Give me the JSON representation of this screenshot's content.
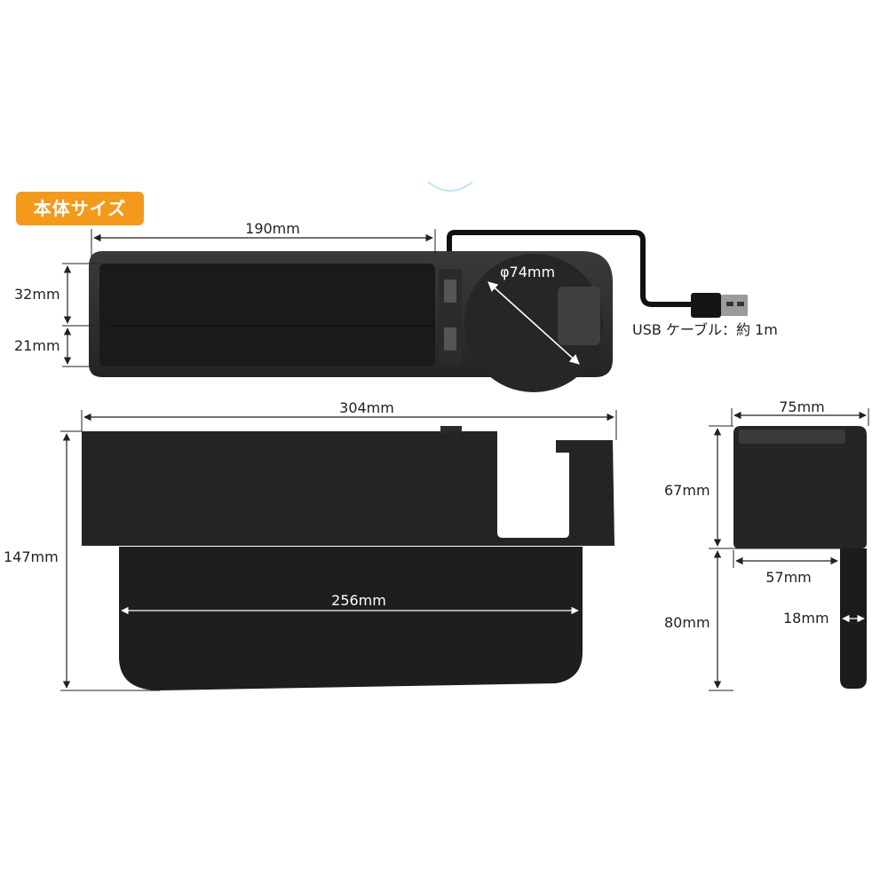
{
  "badge": "本体サイズ",
  "dims": {
    "top_width": "190mm",
    "cup_diameter": "φ74mm",
    "height_upper": "32mm",
    "height_lower": "21mm",
    "usb_cable": "USB ケーブル：約 1m",
    "total_width": "304mm",
    "total_height": "147mm",
    "insert_width": "256mm",
    "side_width": "75mm",
    "side_upper_height": "67mm",
    "side_inner_width": "57mm",
    "side_lower_height": "80mm",
    "blade_thickness": "18mm"
  },
  "colors": {
    "badge": "#f39a1c",
    "product": "#1f1f1f",
    "product_light": "#3a3a3a",
    "dimension_line": "#222222"
  }
}
